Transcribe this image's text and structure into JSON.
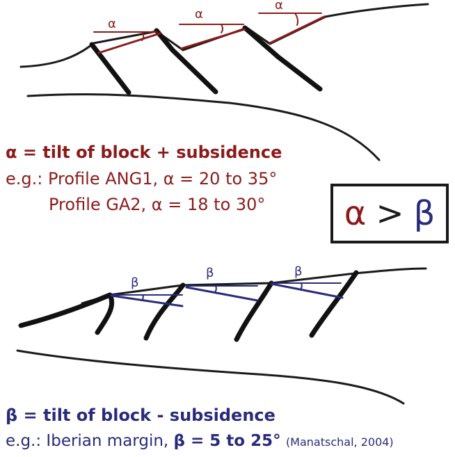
{
  "top_panel": {
    "angle_label": "α",
    "title": "α = tilt of block + subsidence",
    "example_line1": "e.g.: Profile ANG1, α = 20 to 35°",
    "example_line2": "Profile GA2, α = 18 to 30°",
    "color": "#8b1a1a"
  },
  "comparison_box": {
    "left": "α",
    "operator": ">",
    "right": "β"
  },
  "bottom_panel": {
    "angle_label": "β",
    "title": "β = tilt of block - subsidence",
    "example_prefix": "e.g.: Iberian margin, ",
    "example_value": "β = 5 to 25°",
    "reference": "(Manatschal, 2004)",
    "color": "#2a2a7a"
  }
}
